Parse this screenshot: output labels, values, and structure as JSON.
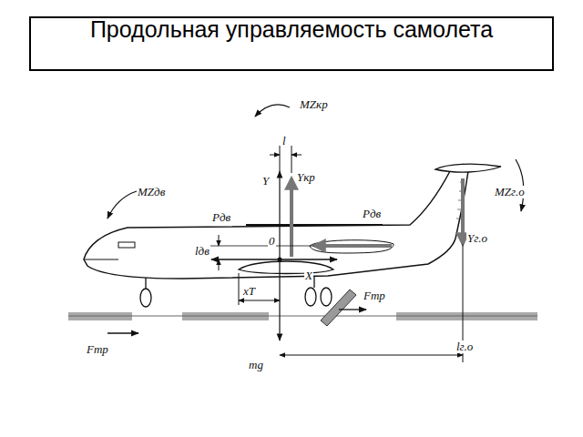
{
  "diagram": {
    "title": "Продольная управляемость самолета",
    "labels": [
      "MZкр",
      "l",
      "Y",
      "Yкр",
      "Pдв",
      "Pдв",
      "MZдв",
      "lдв",
      "0",
      "X",
      "xT",
      "MZг.о",
      "Yг.о",
      "Fтр",
      "Fтр",
      "mg",
      "lг.о"
    ]
  }
}
